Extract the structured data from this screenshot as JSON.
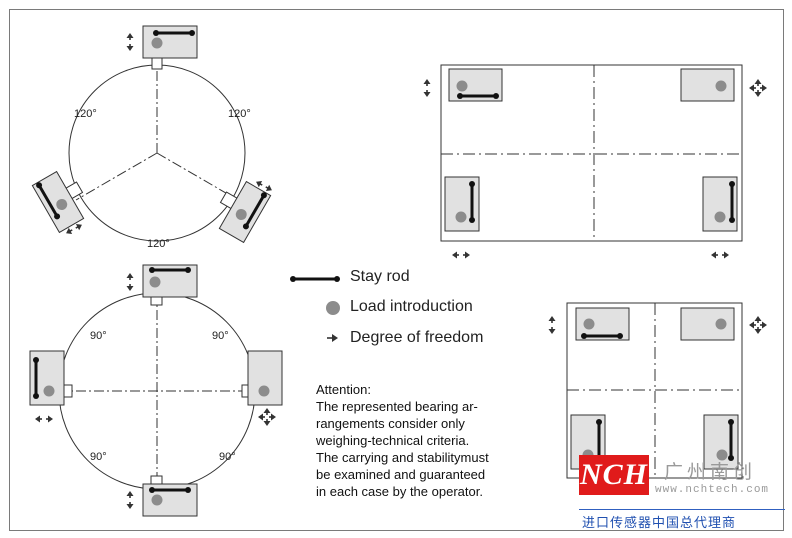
{
  "angles": {
    "three_point": [
      "120°",
      "120°",
      "120°"
    ],
    "four_point": [
      "90°",
      "90°",
      "90°",
      "90°"
    ]
  },
  "legend": {
    "stay_rod": "Stay rod",
    "load_introduction": "Load introduction",
    "degree_of_freedom": "Degree of freedom"
  },
  "attention": {
    "lines": [
      "Attention:",
      "The represented bearing ar-",
      "rangements consider only",
      "weighing-technical criteria.",
      "The carrying and stabilitymust",
      "be examined and guaranteed",
      "in each case by the operator."
    ]
  },
  "watermark": {
    "logo": "NCH",
    "chinese_name": "广州南创",
    "url": "www.nchtech.com",
    "tagline": "进口传感器中国总代理商"
  },
  "colors": {
    "box_fill": "#e1e1e1",
    "load_dot": "#8c8c8c",
    "rod": "#111111",
    "watermark_red": "#e01b1b",
    "watermark_blue": "#2050b0"
  }
}
